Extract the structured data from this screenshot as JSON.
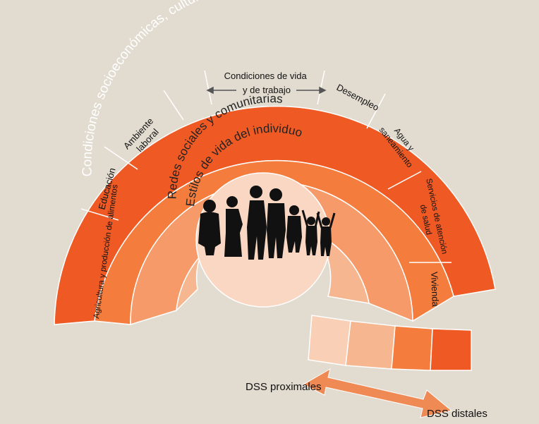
{
  "title_arc": "Condiciones socioeconómicas, culturales y ambientales",
  "sectors": {
    "agricultura": "Agricultura y producción de alimentos",
    "educacion": "Educación",
    "ambiente_laboral": [
      "Ambiente",
      "laboral"
    ],
    "condiciones_vida": [
      "Condiciones de vida",
      "y de trabajo"
    ],
    "desempleo": "Desempleo",
    "agua": [
      "Agua y",
      "saneamiento"
    ],
    "servicios": [
      "Servicios de atención",
      "de salud"
    ],
    "vivienda": "Vivienda"
  },
  "layers": {
    "redes": "Redes sociales y comunitarias",
    "estilos": "Estilos de vida del individuo"
  },
  "gradient": {
    "proximales": "DSS proximales",
    "distales": "DSS distales"
  },
  "colors": {
    "background": "#e2dbd0",
    "outer": "#ef5a24",
    "middle_outer": "#f47c3c",
    "middle": "#f59a68",
    "inner": "#f6b690",
    "core": "#f9d7c2",
    "arrow": "#f08a55",
    "silhouette": "#111111"
  }
}
